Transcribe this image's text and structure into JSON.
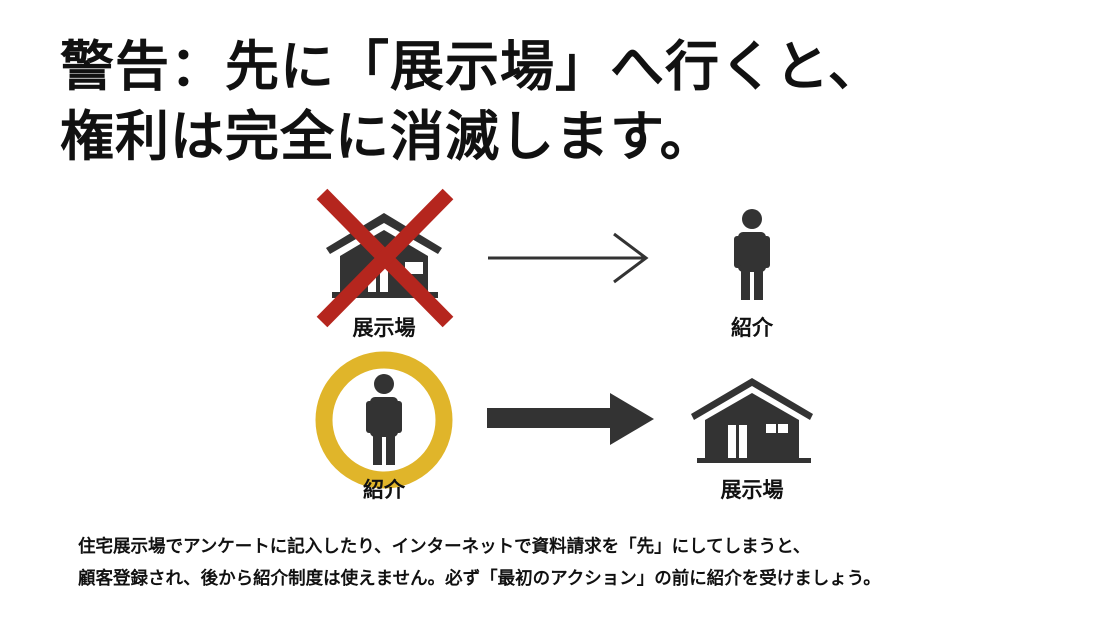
{
  "title": {
    "line1": "警告：先に「展示場」へ行くと、",
    "line2": "権利は完全に消滅します。"
  },
  "diagram": {
    "wrong_flow": {
      "from_label": "展示場",
      "to_label": "紹介",
      "from_icon": "house-icon-crossed",
      "to_icon": "person-icon"
    },
    "right_flow": {
      "from_label": "紹介",
      "to_label": "展示場",
      "from_icon": "person-icon-circled",
      "to_icon": "house-icon"
    },
    "colors": {
      "cross": "#b5261e",
      "circle": "#e0b52a",
      "icon": "#333333"
    }
  },
  "body": {
    "line1": "住宅展示場でアンケートに記入したり、インターネットで資料請求を「先」にしてしまうと、",
    "line2": "顧客登録され、後から紹介制度は使えません。必ず「最初のアクション」の前に紹介を受けましょう。"
  }
}
